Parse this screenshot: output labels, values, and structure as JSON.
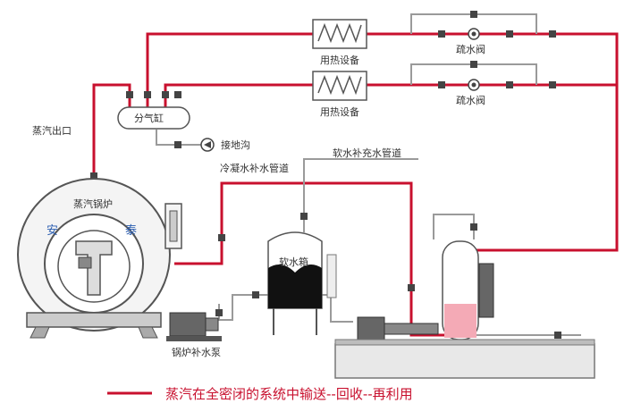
{
  "labels": {
    "heat_equipment_top": "用热设备",
    "heat_equipment_bottom": "用热设备",
    "drain_valve_top": "疏水阀",
    "drain_valve_bottom": "疏水阀",
    "steam_header": "分气缸",
    "ground_drain": "接地沟",
    "steam_outlet": "蒸汽出口",
    "soft_water_pipe": "软水补充水管道",
    "condensate_pipe": "冷凝水补水管道",
    "boiler": "蒸汽锅炉",
    "brand_left": "安",
    "brand_right": "泰",
    "soft_water_tank": "软水箱",
    "feed_pump": "锅炉补水泵"
  },
  "legend": {
    "text": "蒸汽在全密闭的系统中输送--回收--再利用"
  },
  "colors": {
    "steam_pipe": "#c8102e",
    "water_pipe": "#9a9a9a",
    "brand_text": "#2a5db0"
  }
}
